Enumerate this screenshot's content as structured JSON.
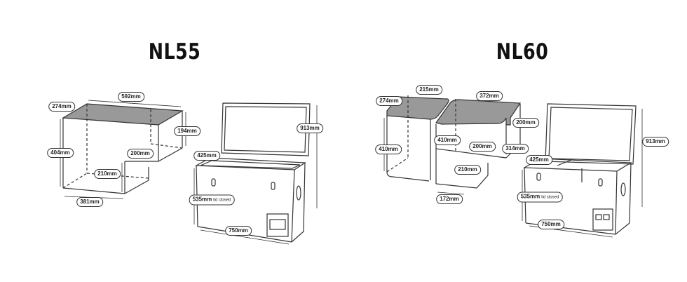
{
  "nl55": {
    "title": "NL55",
    "dims": {
      "depth_top": "274mm",
      "width_top": "592mm",
      "step_height": "194mm",
      "height": "404mm",
      "step_depth": "200mm",
      "low_height": "210mm",
      "bottom_width": "381mm",
      "open_height": "913mm",
      "depth": "425mm",
      "closed_height": "535mm",
      "lid_closed_note": "lid closed",
      "length": "750mm"
    }
  },
  "nl60": {
    "title": "NL60",
    "dims": {
      "small_width": "215mm",
      "depth_top": "274mm",
      "large_width": "372mm",
      "step_height": "200mm",
      "left_height": "410mm",
      "inner_height": "410mm",
      "step_depth": "200mm",
      "depth_right": "314mm",
      "low_height": "210mm",
      "bottom_width": "172mm",
      "open_height": "913mm",
      "depth": "425mm",
      "closed_height": "535mm",
      "lid_closed_note": "lid closed",
      "length": "750mm"
    }
  }
}
